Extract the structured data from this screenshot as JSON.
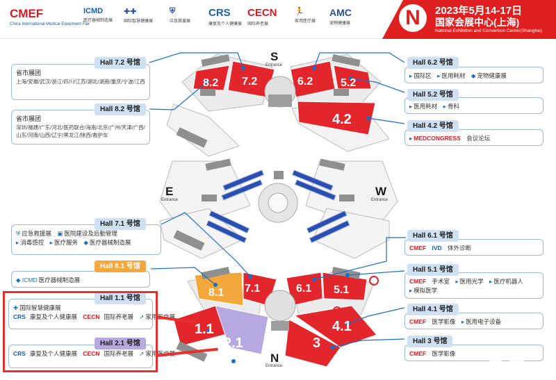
{
  "header": {
    "logos": {
      "cmef": "CMEF",
      "cmef_sub": "China International Medical Equipment Fair",
      "icmd": "ICMD",
      "icmd_sub": "医疗器械制造展",
      "smart": "国际智慧健康展",
      "shield": "应急救援展",
      "crs": "CRS",
      "crs_sub": "康复及个人健康展",
      "cecn": "CECN",
      "cecn_sub": "国际养老展",
      "run": "家用医疗展",
      "amc": "AMC",
      "amc_sub": "宠物健康展"
    },
    "badge": "N",
    "date": "2023年5月14-17日",
    "venue": "国家会展中心(上海)",
    "venue_en": "National Exhibition and Convention Center(Shanghai)"
  },
  "directions": {
    "south": "S",
    "south_sub": "Entrance",
    "east": "E",
    "east_sub": "Entrance",
    "west": "W",
    "west_sub": "Entrance",
    "north": "N",
    "north_sub": "Entrance"
  },
  "hall_numbers": {
    "h72": "7.2",
    "h82": "8.2",
    "h62": "6.2",
    "h52": "5.2",
    "h42": "4.2",
    "h71": "7.1",
    "h81": "8.1",
    "h61": "6.1",
    "h51": "5.1",
    "h11": "1.1",
    "h21": "2.1",
    "h41": "4.1",
    "h3": "3"
  },
  "left_boxes": {
    "hall72_tag": "Hall 7.2 号馆",
    "hall72_title": "省市展团",
    "hall72_text": "上海/安徽/武汉/浙江/四川/江苏/湖北/湖南/重庆/宁波/江西",
    "hall82_tag": "Hall 8.2 号馆",
    "hall82_title": "省市展团",
    "hall82_text": "深圳/福建/广东/河北/医药联合/海南/北京/广州/天津/广西/山东/河南/山西/辽宁/黑龙江/陕西/救护车",
    "hall71_tag": "Hall 7.1 号馆",
    "hall71_l1a": "应急救援展",
    "hall71_l1b": "医院建设及后勤管理",
    "hall71_l2a": "消毒感控",
    "hall71_l2b": "医疗服务",
    "hall71_l2c": "医疗器械制造展",
    "hall81_tag": "Hall 8.1 号馆",
    "hall81_l1": "医疗器械制造展",
    "hall11_tag": "Hall 1.1 号馆",
    "hall11_l1": "国际智慧健康展",
    "hall11_crs": "CRS",
    "hall11_crs_sub": "康复及个人健康展",
    "hall11_cecn": "CECN",
    "hall11_cecn_sub": "国际养老展",
    "hall11_home": "家用医疗展",
    "hall21_tag": "Hall 2.1 号馆",
    "hall21_crs": "CRS",
    "hall21_crs_sub": "康复及个人健康展",
    "hall21_cecn": "CECN",
    "hall21_cecn_sub": "国际养老展",
    "hall21_home": "家用医疗展"
  },
  "right_boxes": {
    "hall62_tag": "Hall 6.2 号馆",
    "hall62_l1a": "国际区",
    "hall62_l1b": "医用耗材",
    "hall62_l1c": "宠物健康展",
    "hall52_tag": "Hall 5.2 号馆",
    "hall52_l1a": "医用耗材",
    "hall52_l1b": "骨科",
    "hall42_tag": "Hall 4.2 号馆",
    "hall42_l1a": "MEDCONGRESS",
    "hall42_l1b": "会议论坛",
    "hall61_tag": "Hall 6.1 号馆",
    "hall61_l1a": "CMEF",
    "hall61_l1b": "IVD",
    "hall61_l1c": "体外诊断",
    "hall51_tag": "Hall 5.1 号馆",
    "hall51_l1a": "CMEF",
    "hall51_l1b": "手术室",
    "hall51_l1c": "医用光学",
    "hall51_l1d": "医疗机器人",
    "hall51_l2": "模拟医学",
    "hall41_tag": "Hall 4.1 号馆",
    "hall41_l1a": "CMEF",
    "hall41_l1b": "医学影像",
    "hall41_l1c": "医用电子设备",
    "hall3_tag": "Hall 3 号馆",
    "hall3_l1a": "CMEF",
    "hall3_l1b": "医学影像"
  },
  "watermark": "易展",
  "colors": {
    "accent_red": "#e02020",
    "hall_red": "#e3262b",
    "hall_orange": "#f4a73a",
    "hall_purple": "#b7a8e0",
    "tag_blue": "#cfe0f2",
    "booth_blue": "#2b4fb0"
  }
}
